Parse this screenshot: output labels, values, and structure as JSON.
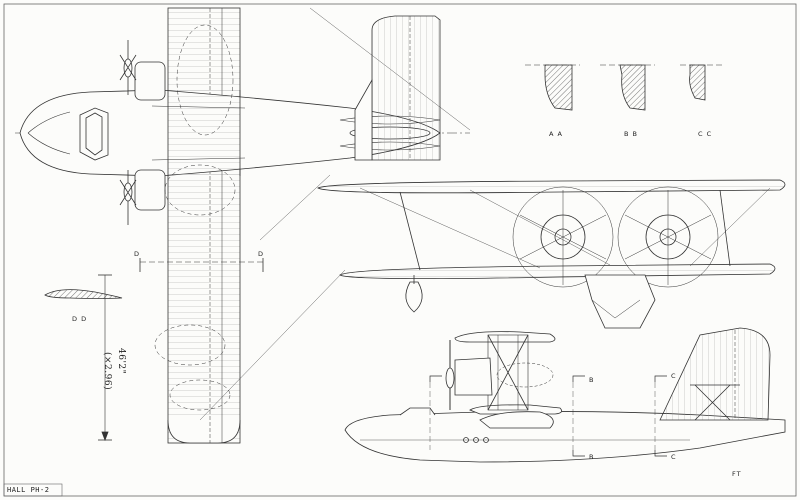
{
  "drawing": {
    "title_block": "HALL PH-2",
    "scale_note": "FT",
    "span_dimension": "46'2\"",
    "span_metric": "(×2.96)",
    "section_labels": {
      "aa": "A A",
      "bb": "B B",
      "cc": "C C",
      "dd": "D D"
    },
    "cut_markers": {
      "d_left": "D",
      "d_right": "D",
      "b_top": "B",
      "b_bottom": "B",
      "c_top": "C",
      "c_bottom": "C"
    },
    "colors": {
      "ink": "#333333",
      "paper": "#fcfcfa",
      "hatch": "#555555"
    }
  }
}
